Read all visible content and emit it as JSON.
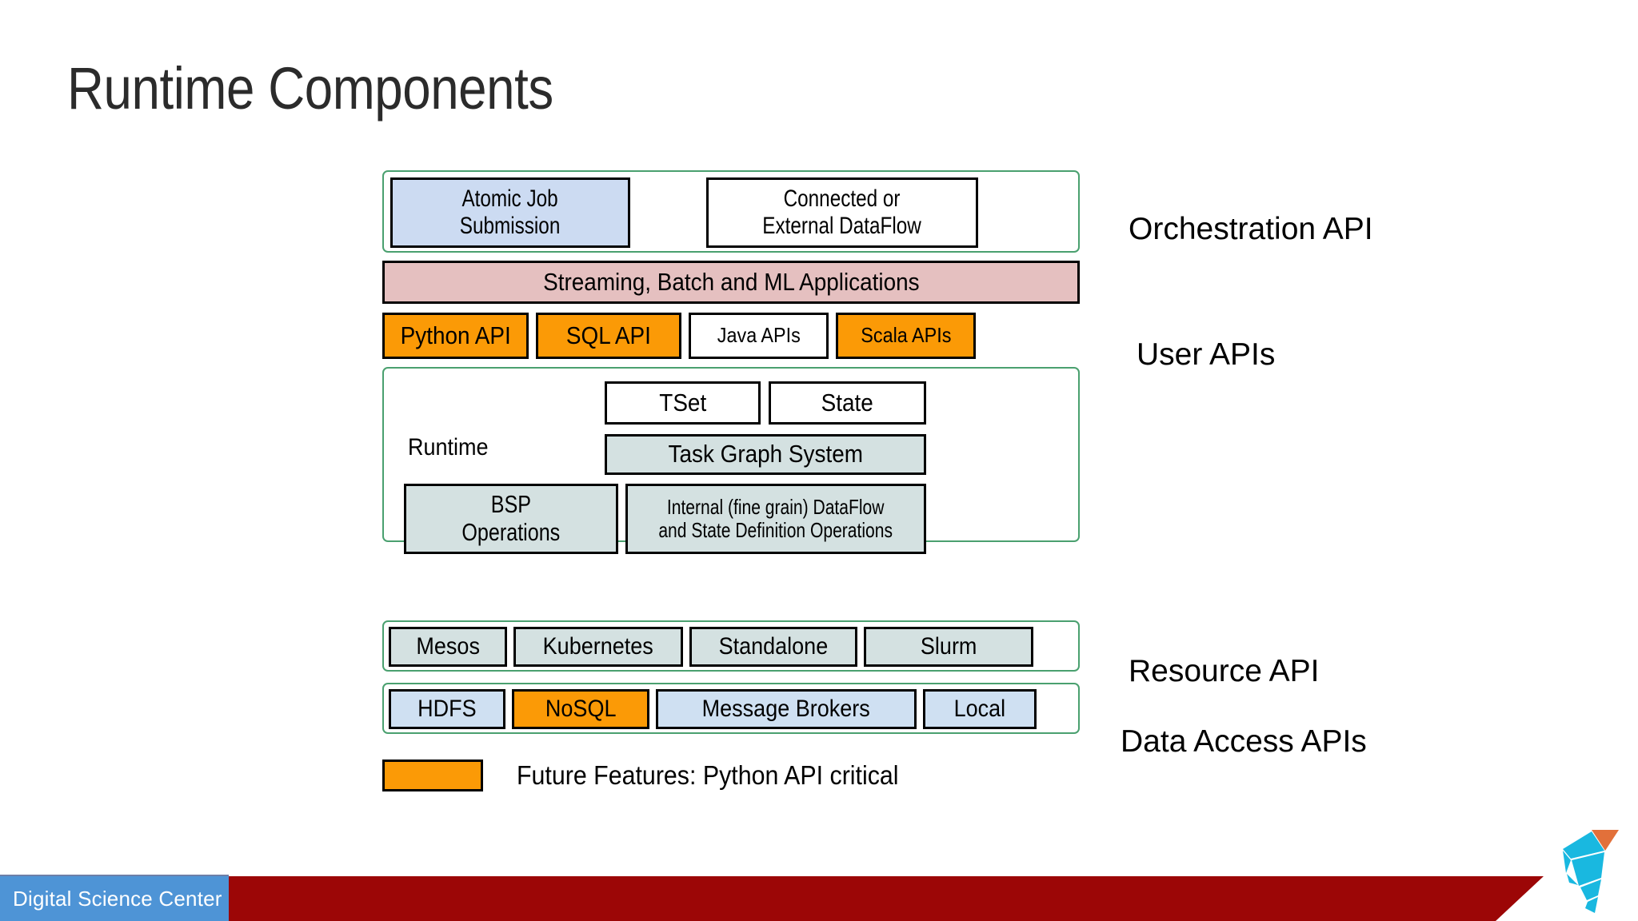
{
  "slide": {
    "title": "Runtime Components"
  },
  "colors": {
    "orange": "#FB9A06",
    "pink": "#E5C0C0",
    "light_blue": "#CCDBF2",
    "steel_blue": "#D4E1E1",
    "data_blue": "#CFE0F2",
    "green_border": "#4AA06F",
    "footer_red": "#9C0606",
    "footer_blue": "#4E94D6",
    "logo_cyan": "#19B8E0",
    "logo_orange": "#E2703A"
  },
  "diagram": {
    "orchestration_row": {
      "boxes": [
        {
          "label_line1": "Atomic Job",
          "label_line2": "Submission",
          "fill": "light_blue"
        },
        {
          "label_line1": "Connected or",
          "label_line2": "External DataFlow",
          "fill": "white"
        }
      ]
    },
    "applications_row": {
      "label": "Streaming, Batch and ML Applications",
      "fill": "pink"
    },
    "user_api_row": {
      "boxes": [
        {
          "label": "Python API",
          "fill": "orange"
        },
        {
          "label": "SQL API",
          "fill": "orange"
        },
        {
          "label": "Java APIs",
          "fill": "white"
        },
        {
          "label": "Scala APIs",
          "fill": "orange"
        }
      ]
    },
    "runtime_block": {
      "label": "Runtime",
      "tset": "TSet",
      "state": "State",
      "task_graph": "Task Graph System",
      "bsp_line1": "BSP",
      "bsp_line2": "Operations",
      "internal_line1": "Internal (fine grain) DataFlow",
      "internal_line2": "and State Definition Operations"
    },
    "resource_row": {
      "boxes": [
        {
          "label": "Mesos",
          "fill": "steel_blue"
        },
        {
          "label": "Kubernetes",
          "fill": "steel_blue"
        },
        {
          "label": "Standalone",
          "fill": "steel_blue"
        },
        {
          "label": "Slurm",
          "fill": "steel_blue"
        }
      ]
    },
    "data_access_row": {
      "boxes": [
        {
          "label": "HDFS",
          "fill": "data_blue"
        },
        {
          "label": "NoSQL",
          "fill": "orange"
        },
        {
          "label": "Message Brokers",
          "fill": "data_blue"
        },
        {
          "label": "Local",
          "fill": "data_blue"
        }
      ]
    },
    "legend": {
      "swatch_color": "orange",
      "text": "Future Features: Python API critical"
    }
  },
  "side_labels": {
    "orchestration": "Orchestration API",
    "user": "User APIs",
    "resource": "Resource API",
    "data_access": "Data Access APIs"
  },
  "footer": {
    "org": "Digital Science Center"
  }
}
